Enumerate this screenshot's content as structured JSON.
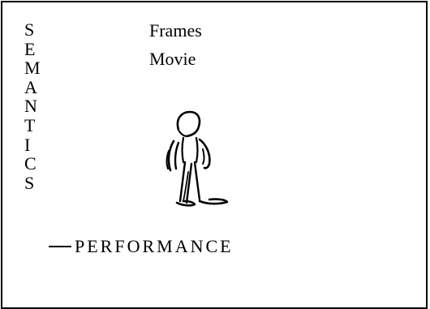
{
  "vertical_word": [
    "S",
    "E",
    "M",
    "A",
    "N",
    "T",
    "I",
    "C",
    "S"
  ],
  "labels": {
    "frames": "Frames",
    "movie": "Movie"
  },
  "performance": "PERFORMANCE",
  "figure_icon": "stick-figure-icon"
}
